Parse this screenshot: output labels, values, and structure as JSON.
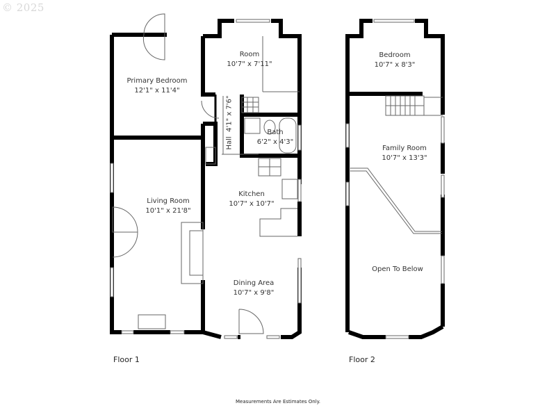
{
  "watermark": "© 2025",
  "floor1": {
    "label": "Floor 1",
    "rooms": [
      {
        "name": "Primary Bedroom",
        "dims": "12'1\" x 11'4\""
      },
      {
        "name": "Room",
        "dims": "10'7\" x 7'11\""
      },
      {
        "name": "Hall",
        "dims": "4'1\" x 7'6\""
      },
      {
        "name": "Bath",
        "dims": "6'2\" x 4'3\""
      },
      {
        "name": "Kitchen",
        "dims": "10'7\" x 10'7\""
      },
      {
        "name": "Living Room",
        "dims": "10'1\" x 21'8\""
      },
      {
        "name": "Dining Area",
        "dims": "10'7\" x 9'8\""
      }
    ]
  },
  "floor2": {
    "label": "Floor 2",
    "rooms": [
      {
        "name": "Bedroom",
        "dims": "10'7\" x 8'3\""
      },
      {
        "name": "Family Room",
        "dims": "10'7\" x 13'3\""
      },
      {
        "name": "Open To Below",
        "dims": ""
      }
    ]
  },
  "footer": "Measurements Are Estimates Only.",
  "colors": {
    "wall": "#000000",
    "line": "#555555",
    "background": "#ffffff"
  }
}
